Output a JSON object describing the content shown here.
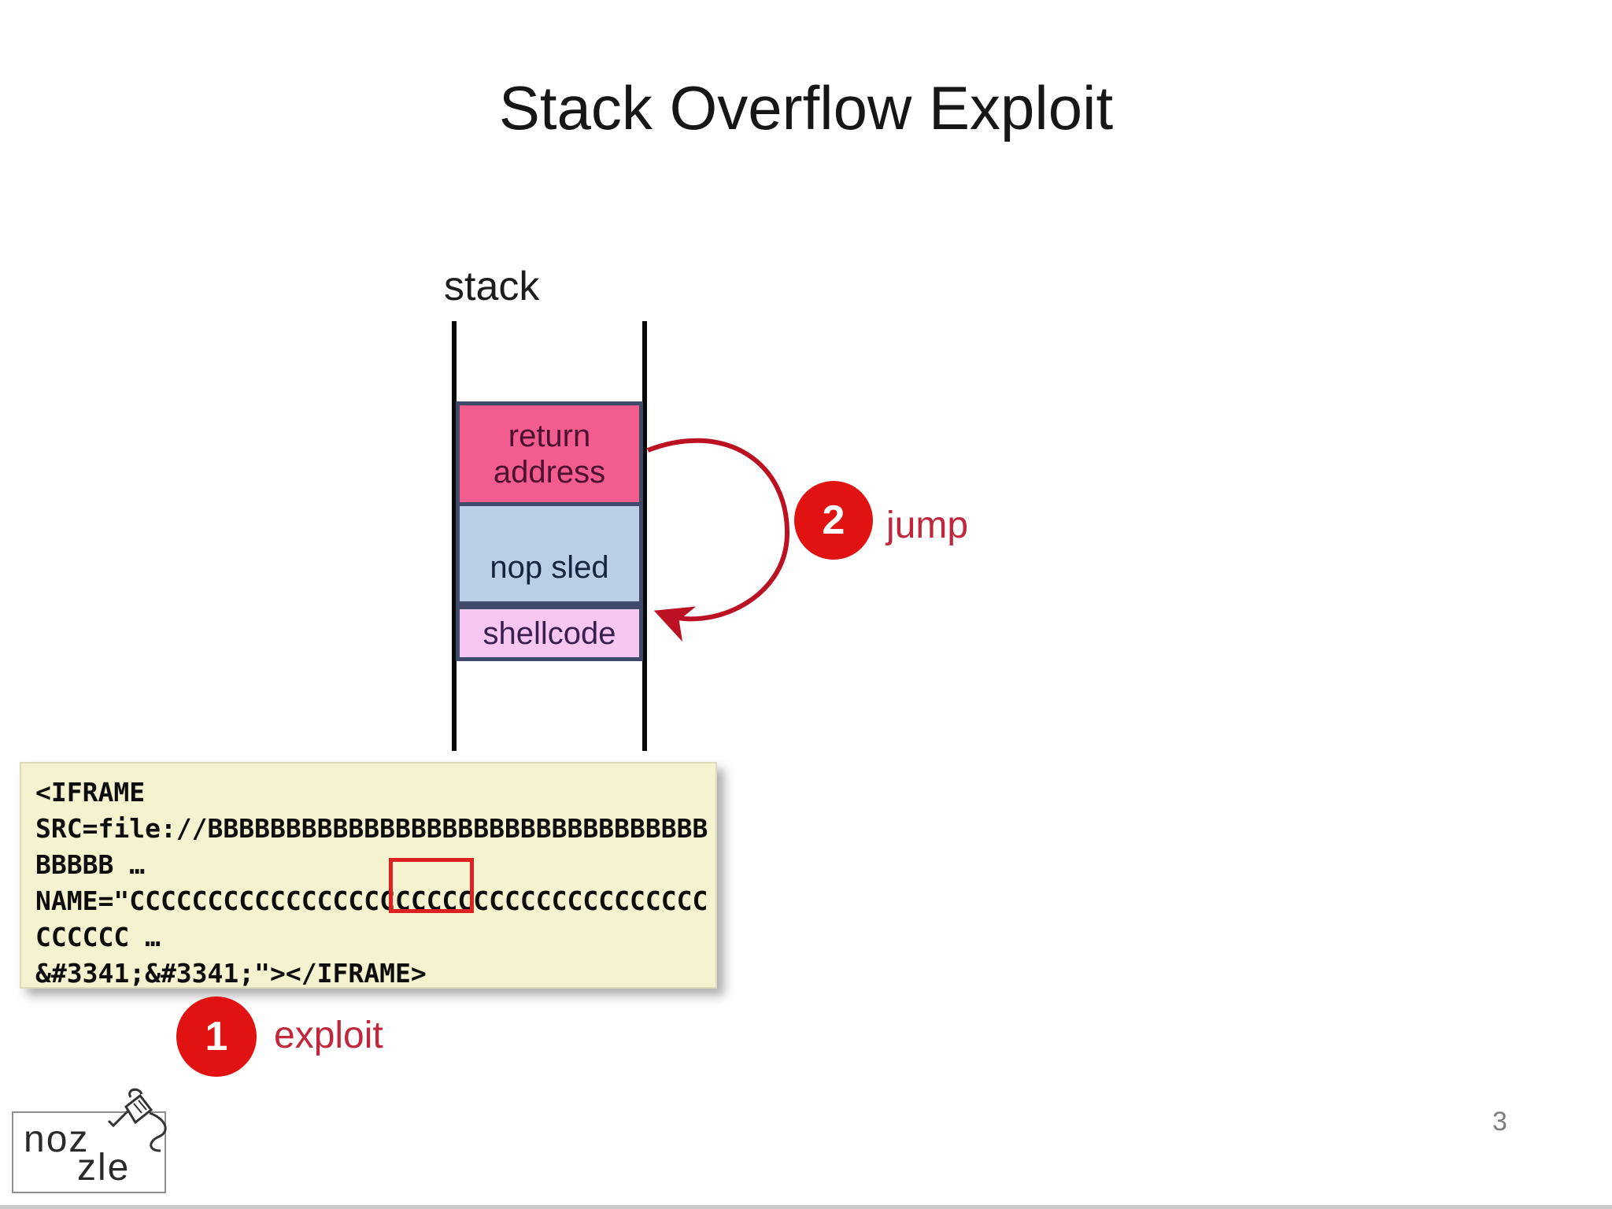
{
  "title": "Stack Overflow Exploit",
  "page_number": "3",
  "diagram": {
    "label": "stack",
    "cells": [
      {
        "label": "return address",
        "fill": "#f25c8e",
        "text_color": "#4d1130"
      },
      {
        "label": "nop sled",
        "fill": "#bacee6",
        "text_color": "#15233e"
      },
      {
        "label": "shellcode",
        "fill": "#f7c7f2",
        "text_color": "#3a1f4e"
      }
    ],
    "rail_color": "#0a0a0a",
    "cell_border_color": "#3f4a68"
  },
  "annotations": {
    "jump": {
      "number": "2",
      "label": "jump"
    },
    "exploit": {
      "number": "1",
      "label": "exploit"
    },
    "badge_color": "#e01212",
    "label_color": "#c0263c",
    "arrow_color": "#bb1122"
  },
  "code_box": {
    "background": "#f5f2d0",
    "highlight_color": "#dd2020",
    "lines": [
      "<IFRAME",
      "SRC=file://BBBBBBBBBBBBBBBBBBBBBBBBBBBBBBBB",
      "BBBBB …",
      "NAME=\"CCCCCCCCCCCCCCCCCCCCCCCCCCCCCCCCCCCCC",
      "CCCCCC …",
      "&#3341;&#3341;\"></IFRAME>"
    ]
  },
  "logo": {
    "line1": "noz",
    "line2": "zle"
  }
}
